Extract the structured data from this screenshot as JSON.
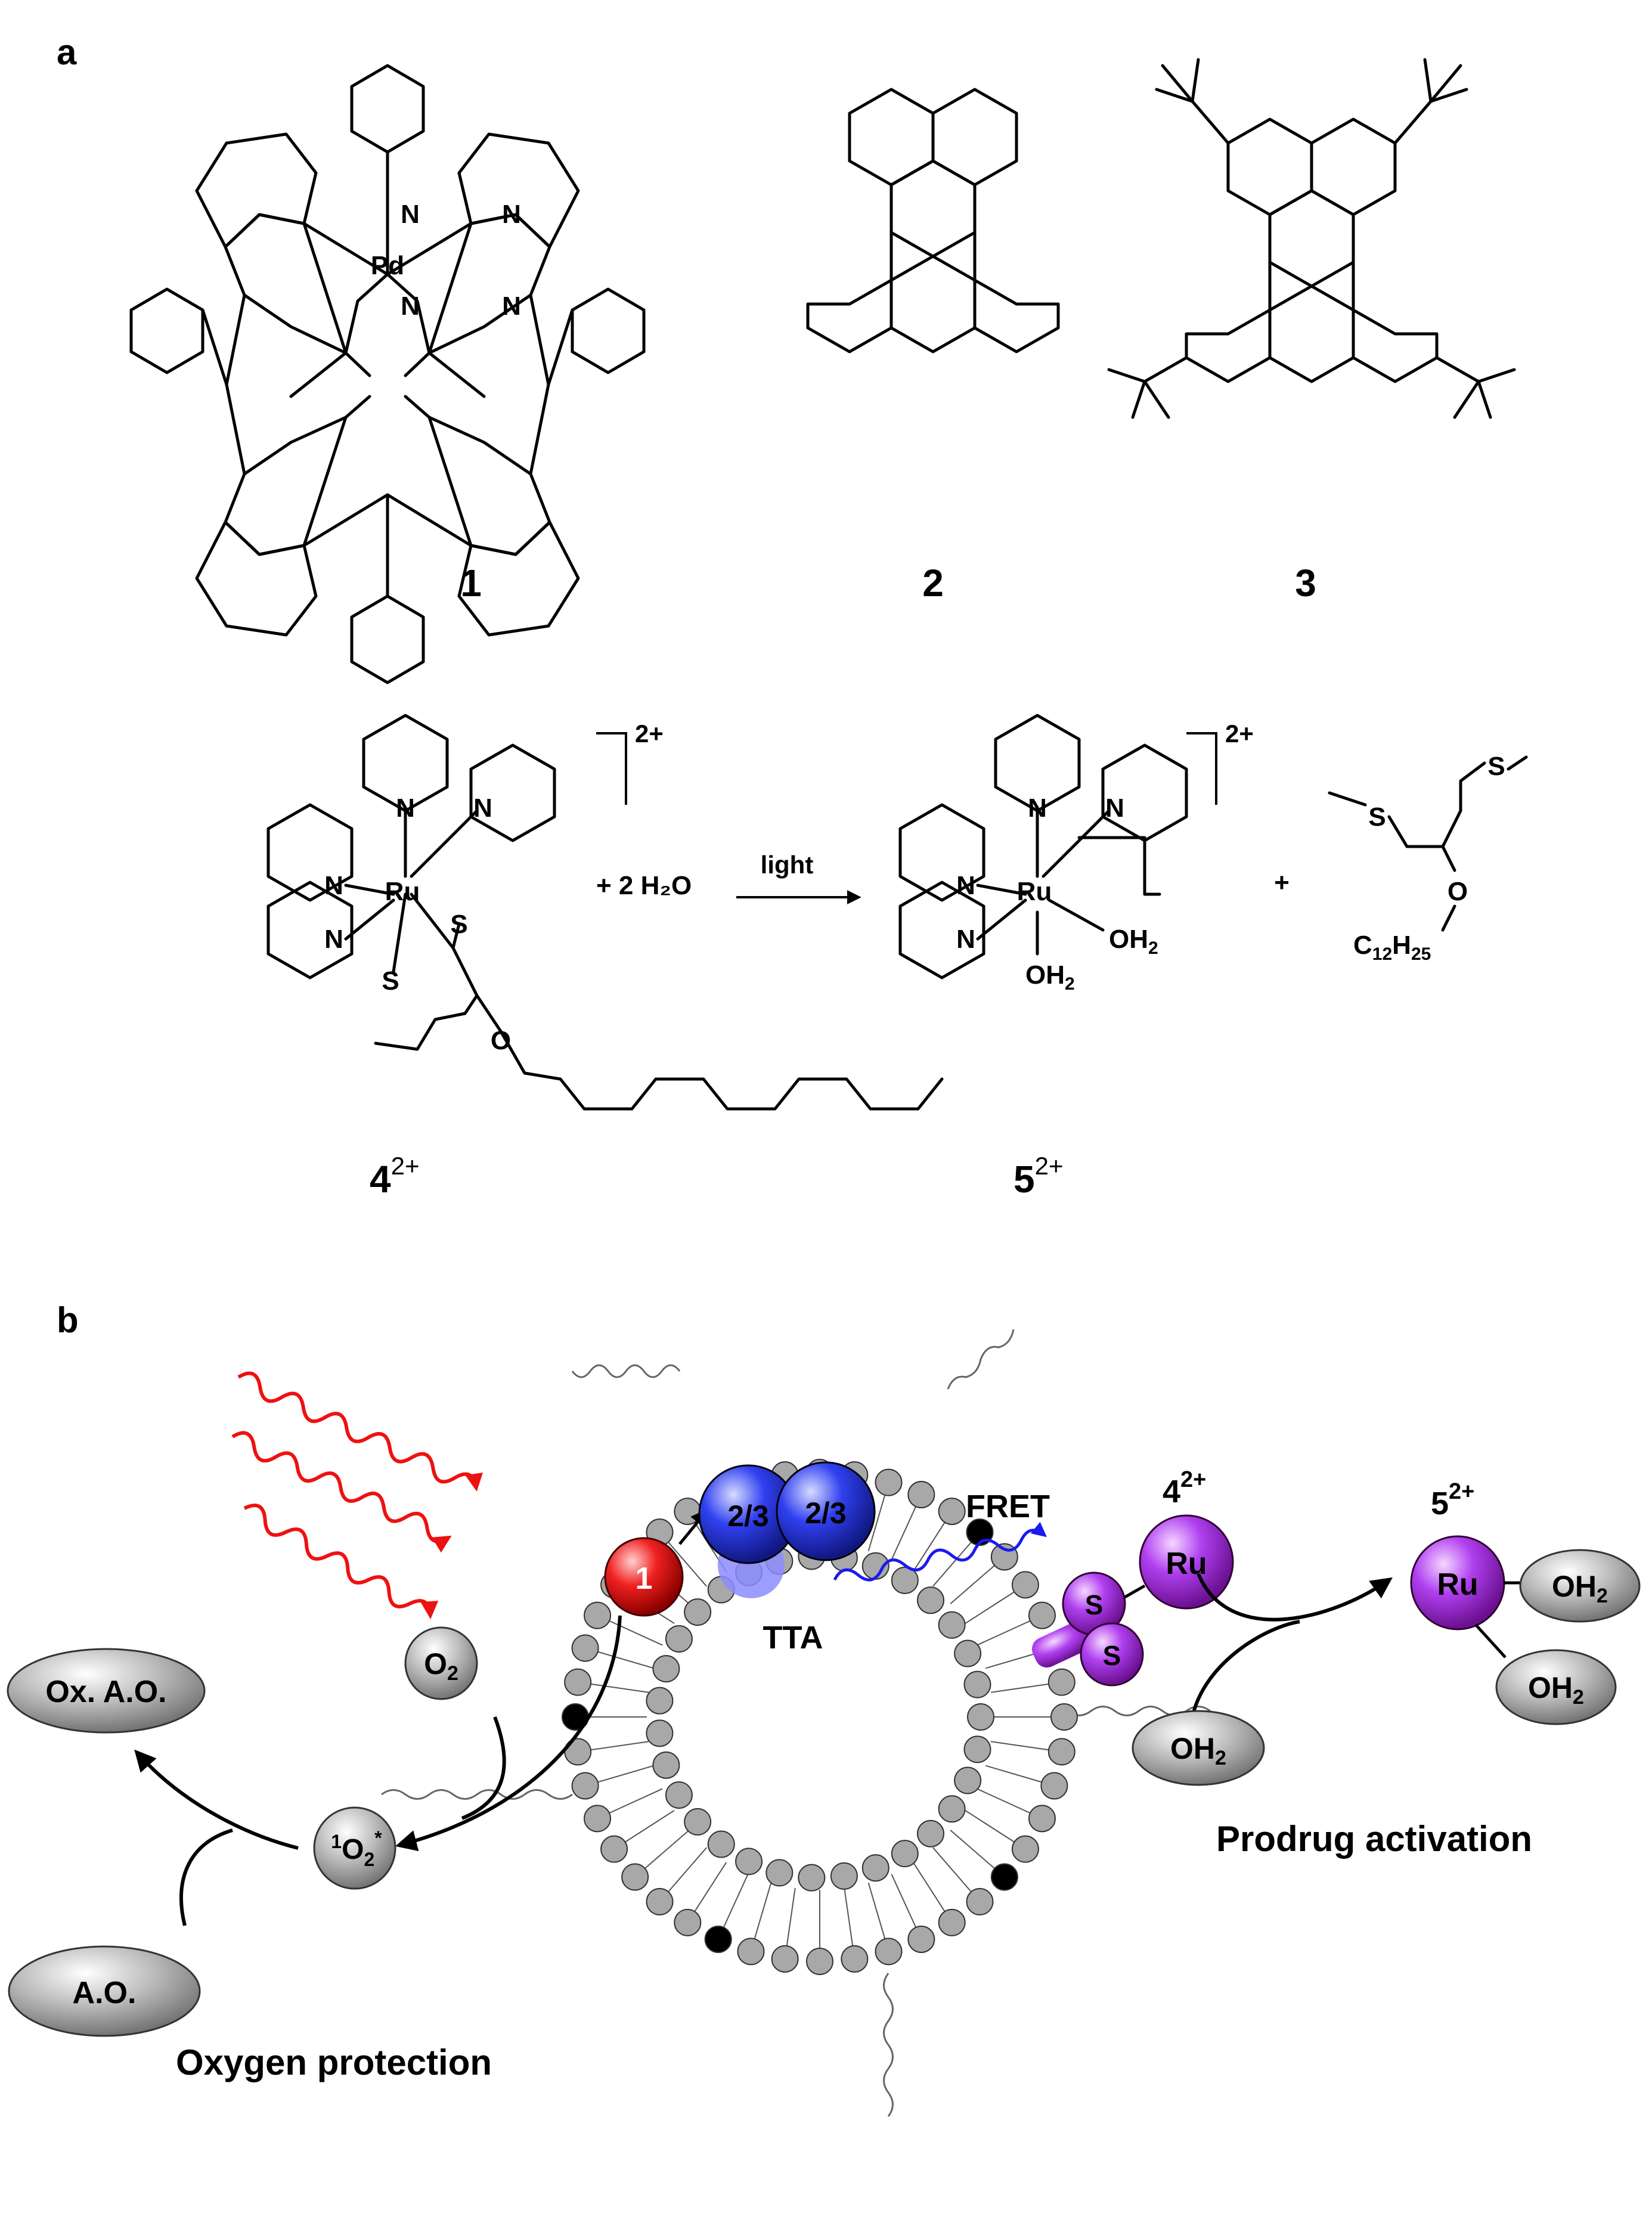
{
  "panel_a": {
    "label": "a",
    "compound1": {
      "label": "1",
      "metal": "Pd",
      "n": "N"
    },
    "compound2": {
      "label": "2"
    },
    "compound3": {
      "label": "3"
    },
    "reaction": {
      "reactant_label": "4",
      "product_label": "5",
      "charge": "2+",
      "metal": "Ru",
      "n": "N",
      "s": "S",
      "o": "O",
      "plus_water": "+ 2 H₂O",
      "arrow_label": "light",
      "plus": "+",
      "oh2": "OH",
      "sub2": "2",
      "c12": "C",
      "c12_sub": "12",
      "h25": "H",
      "h25_sub": "25"
    }
  },
  "panel_b": {
    "label": "b",
    "sensitizer": "1",
    "annihilator": "2/3",
    "tta": "TTA",
    "fret": "FRET",
    "complex4": "4",
    "complex5": "5",
    "charge": "2+",
    "ru": "Ru",
    "s": "S",
    "oh2": "OH",
    "sub2": "2",
    "o2": "O",
    "singlet_sup": "1",
    "star": "*",
    "ox_ao": "Ox. A.O.",
    "ao": "A.O.",
    "oxygen_protection": "Oxygen protection",
    "prodrug_activation": "Prodrug activation"
  }
}
